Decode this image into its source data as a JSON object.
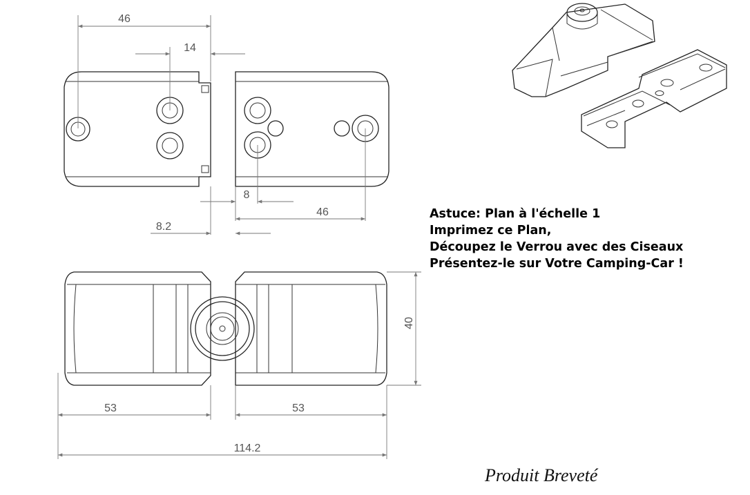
{
  "dimensions": {
    "top_width_left": "46",
    "top_offset": "14",
    "gap_8": "8",
    "top_width_right": "46",
    "gap_8_2": "8.2",
    "height_40": "40",
    "bottom_left": "53",
    "bottom_right": "53",
    "overall": "114.2"
  },
  "note": {
    "line1": "Astuce: Plan à l'échelle 1",
    "line2": "Imprimez ce Plan,",
    "line3": "Découpez le Verrou avec des Ciseaux",
    "line4": "Présentez-le sur Votre Camping-Car !"
  },
  "patent_label": "Produit Breveté",
  "colors": {
    "line": "#222222",
    "dimension": "#777777",
    "text": "#000000"
  }
}
